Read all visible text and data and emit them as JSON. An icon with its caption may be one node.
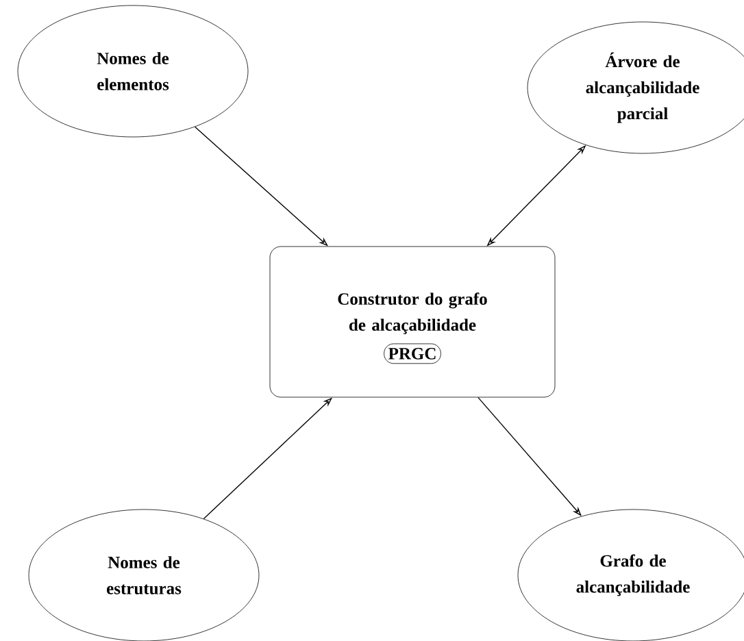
{
  "diagram": {
    "nodes": [
      {
        "text": [
          "Nomes de elementos"
        ]
      },
      {
        "text": [
          "Árvore de alcançabilidade parcial"
        ]
      },
      {
        "text": [
          "Construtor do grafo de alcaçabilidade"
        ]
      },
      {
        "text": [
          "PRGC"
        ],
        "in": 2
      },
      {
        "text": [
          "Nomes de estruturas"
        ]
      },
      {
        "text": [
          "Grafo de alcançabilidade"
        ]
      }
    ],
    "edges": [
      {
        "from": 0,
        "to": 2,
        "arrow": "to"
      },
      {
        "from": 2,
        "to": 1,
        "arrow": "both"
      },
      {
        "from": 4,
        "to": 2,
        "arrow": "to"
      },
      {
        "from": 2,
        "to": 5,
        "arrow": "to"
      }
    ]
  }
}
